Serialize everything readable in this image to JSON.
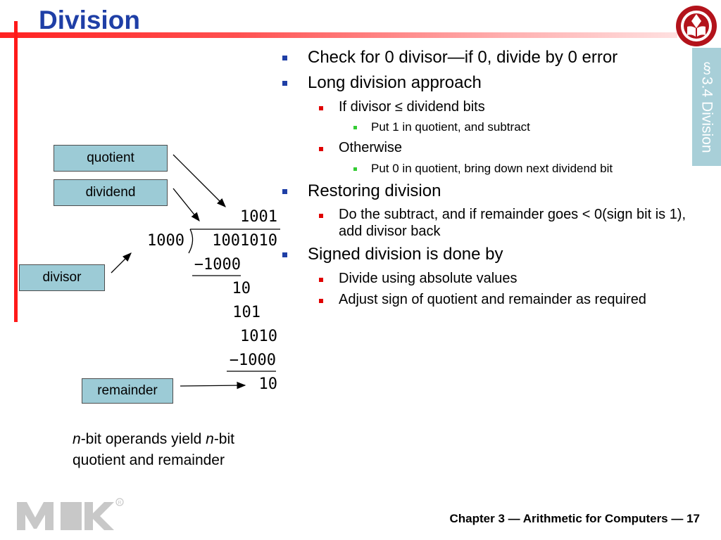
{
  "slide": {
    "title": "Division",
    "section_tab": "§3.4 Division",
    "bullets": [
      {
        "level": 1,
        "text": "Check for 0 divisor—if 0, divide by 0 error"
      },
      {
        "level": 1,
        "text": "Long division approach"
      },
      {
        "level": 2,
        "text": "If divisor ≤ dividend bits"
      },
      {
        "level": 3,
        "text": "Put 1 in quotient, and subtract"
      },
      {
        "level": 2,
        "text": "Otherwise"
      },
      {
        "level": 3,
        "text": "Put 0 in quotient, bring down next dividend bit"
      },
      {
        "level": 1,
        "text": "Restoring division"
      },
      {
        "level": 2,
        "text": "Do the subtract, and if remainder goes < 0(sign bit is 1), add divisor back"
      },
      {
        "level": 1,
        "text": "Signed division is done by"
      },
      {
        "level": 2,
        "text": "Divide using absolute values"
      },
      {
        "level": 2,
        "text": "Adjust sign of quotient and remainder as required"
      }
    ],
    "diagram": {
      "labels": {
        "quotient": "quotient",
        "dividend": "dividend",
        "divisor": "divisor",
        "remainder": "remainder"
      },
      "quotient_value": "1001",
      "divisor_value": "1000",
      "dividend_value": "1001010",
      "steps": [
        "−1000",
        "10",
        "101",
        "1010",
        "−1000",
        "10"
      ]
    },
    "caption": {
      "n1": "n",
      "part1": "-bit operands yield ",
      "n2": "n",
      "part2": "-bit",
      "line2": "quotient and remainder"
    },
    "footer": "Chapter 3 — Arithmetic for Computers — 17",
    "colors": {
      "title": "#1f3fa6",
      "accent": "#ff1a1a",
      "label_box": "#9ccbd6",
      "bullet_l1": "#1f3fa6",
      "bullet_l2": "#e00000",
      "bullet_l3": "#33cc33"
    }
  }
}
